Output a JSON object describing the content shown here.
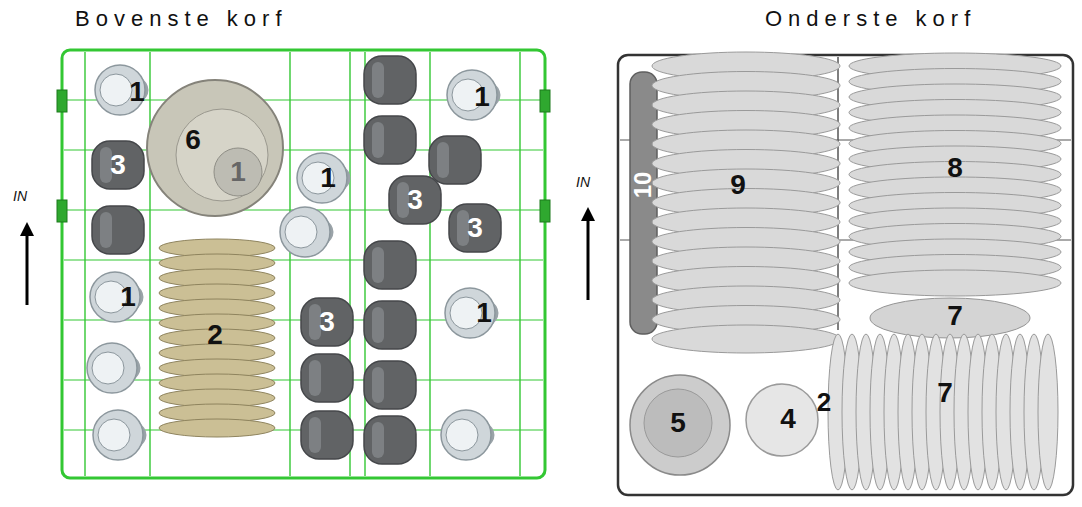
{
  "diagram": {
    "nodes": [
      {
        "text": [
          "Bovenste korf"
        ]
      },
      {
        "text": [
          "Onderste korf"
        ]
      }
    ],
    "labels": [
      "IN",
      "1",
      "6",
      "1",
      "1",
      "3",
      "1",
      "3",
      "3",
      "1",
      "2",
      "3",
      "1",
      "IN",
      "10",
      "9",
      "8",
      "7",
      "7",
      "5",
      "4",
      "2"
    ]
  }
}
